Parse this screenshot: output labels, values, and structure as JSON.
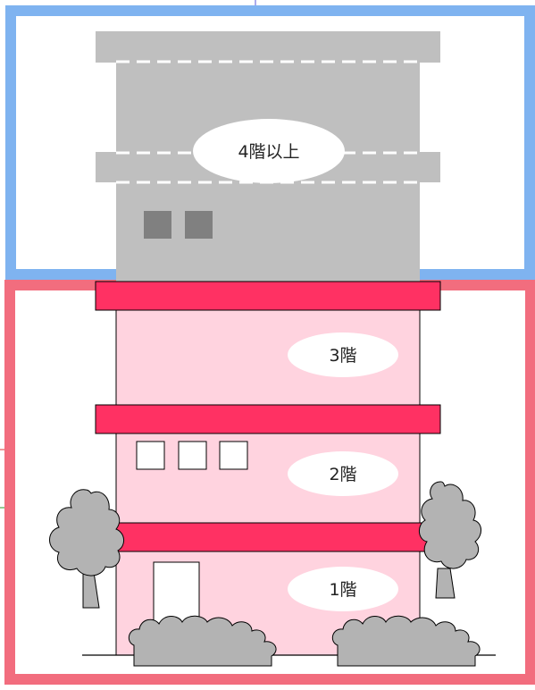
{
  "labels": {
    "upper": "4階以上",
    "floor3": "3階",
    "floor2": "2階",
    "floor1": "1階"
  },
  "colors": {
    "upper_zone_border": "#7fb3f0",
    "lower_zone_border": "#f26d7e",
    "upper_building": "#bfbfbf",
    "lower_building": "#ffd3df",
    "band": "#ff3163",
    "window_dark": "#808080",
    "tree": "#b3b3b3",
    "label_bg": "#ffffff"
  }
}
